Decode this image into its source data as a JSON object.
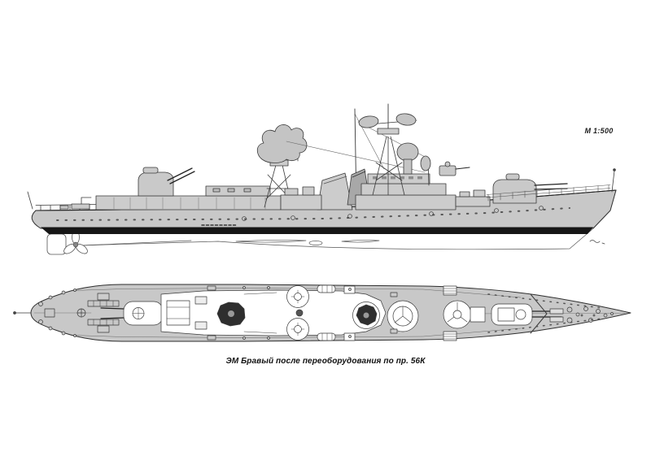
{
  "figure": {
    "scale_label": "М 1:500",
    "caption": "ЭМ Бравый после переоборудования по пр. 56К",
    "subject": {
      "ship_type_abbrev": "ЭМ",
      "ship_name": "Бравый",
      "project_label": "пр. 56К"
    },
    "views": [
      {
        "id": "side-profile"
      },
      {
        "id": "deck-plan"
      }
    ],
    "colors": {
      "paper": "#ffffff",
      "hull_fill": "#c8c8c8",
      "superstructure_fill": "#cccccc",
      "line": "#2e2e2e",
      "waterline_band": "#161616",
      "dark_radar": "#2e2e2e"
    }
  }
}
